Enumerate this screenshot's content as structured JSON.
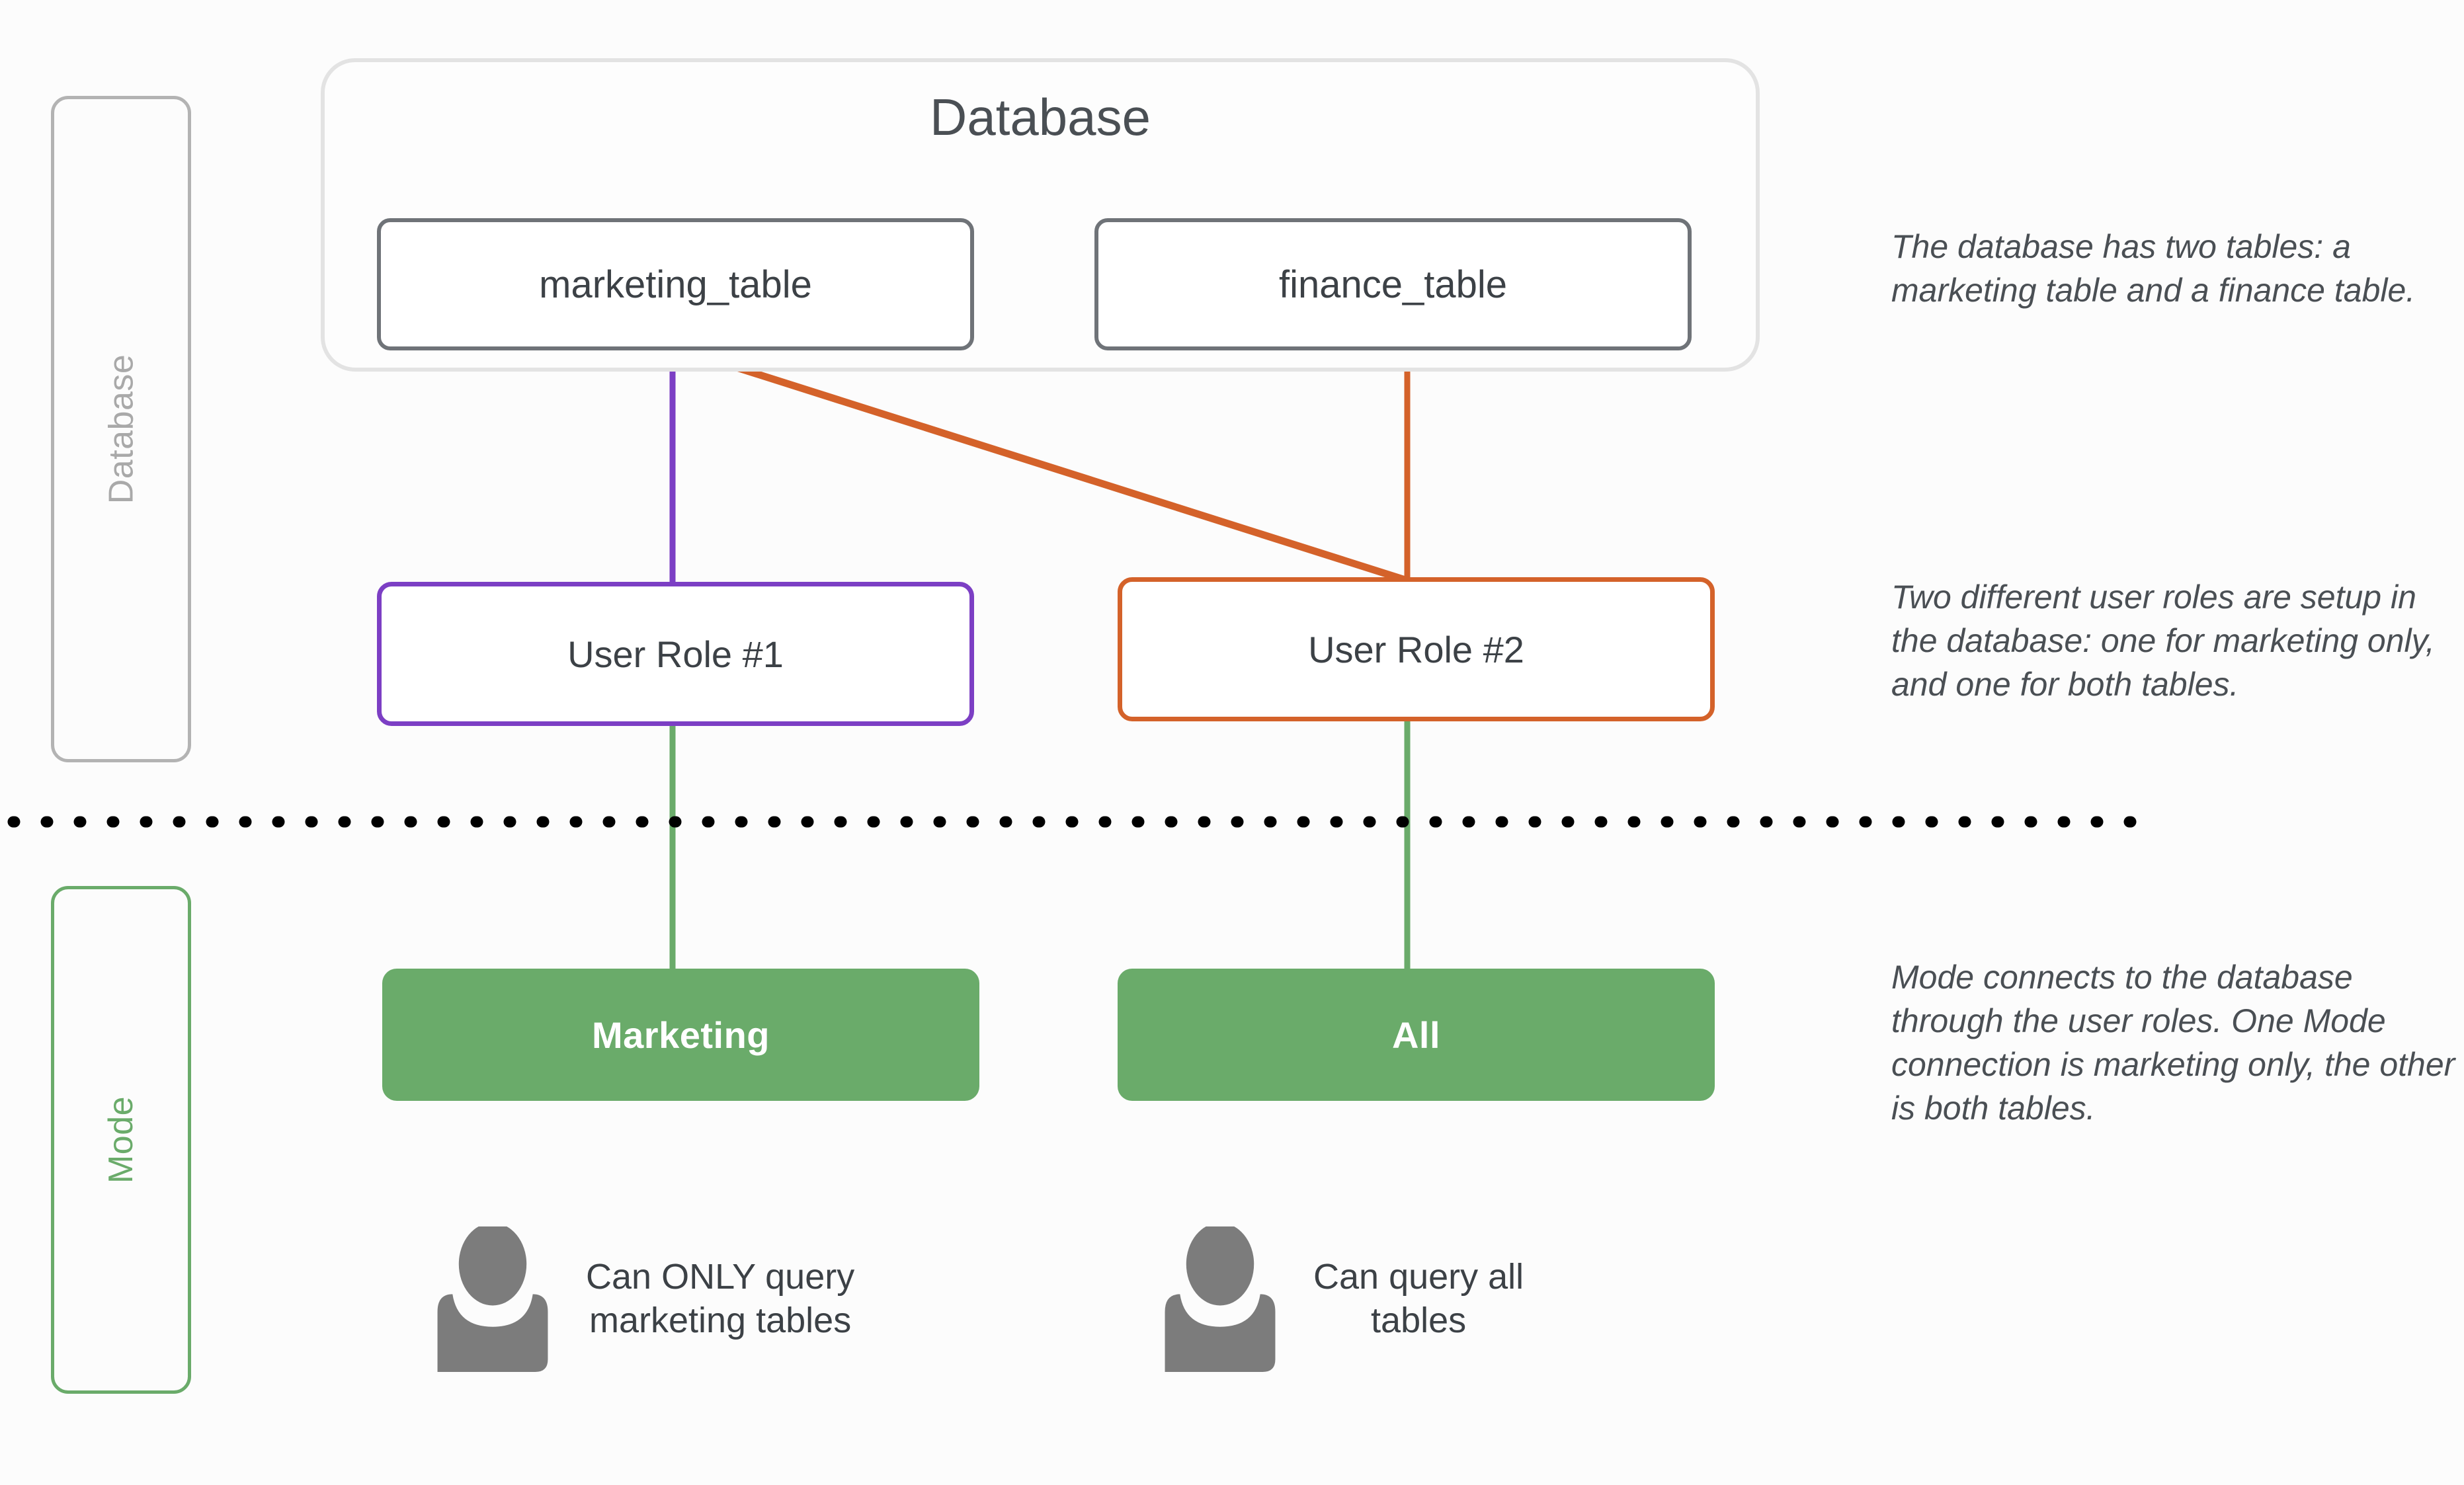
{
  "lanes": {
    "database_label": "Database",
    "mode_label": "Mode",
    "database_color": "#a9a9a9",
    "mode_color": "#6aab6a"
  },
  "database": {
    "title": "Database",
    "tables": [
      {
        "name": "marketing_table"
      },
      {
        "name": "finance_table"
      }
    ]
  },
  "roles": [
    {
      "label": "User Role #1",
      "color": "#7c3fc4"
    },
    {
      "label": "User Role #2",
      "color": "#d4622a"
    }
  ],
  "mode_connections": [
    {
      "label": "Marketing",
      "color": "#6aab6a"
    },
    {
      "label": "All",
      "color": "#6aab6a"
    }
  ],
  "personas": [
    {
      "icon": "person-icon",
      "caption": "Can ONLY query\nmarketing tables"
    },
    {
      "icon": "person-icon",
      "caption": "Can query all\ntables"
    }
  ],
  "annotations": {
    "tables": "The database has two tables: a marketing table and a finance table.",
    "roles": "Two different user roles are setup in the database: one for marketing only, and one for both tables.",
    "mode": "Mode connects to the database through the user roles. One Mode connection is marketing only, the other is both tables."
  },
  "divider": {
    "style": "dotted",
    "color": "#000000"
  },
  "connectors": [
    {
      "from": "marketing_table",
      "to": "User Role #1",
      "color": "#7c3fc4"
    },
    {
      "from": "marketing_table",
      "to": "User Role #2",
      "color": "#d4622a"
    },
    {
      "from": "finance_table",
      "to": "User Role #2",
      "color": "#d4622a"
    },
    {
      "from": "User Role #1",
      "to": "Marketing",
      "color": "#6aab6a"
    },
    {
      "from": "User Role #2",
      "to": "All",
      "color": "#6aab6a"
    }
  ]
}
